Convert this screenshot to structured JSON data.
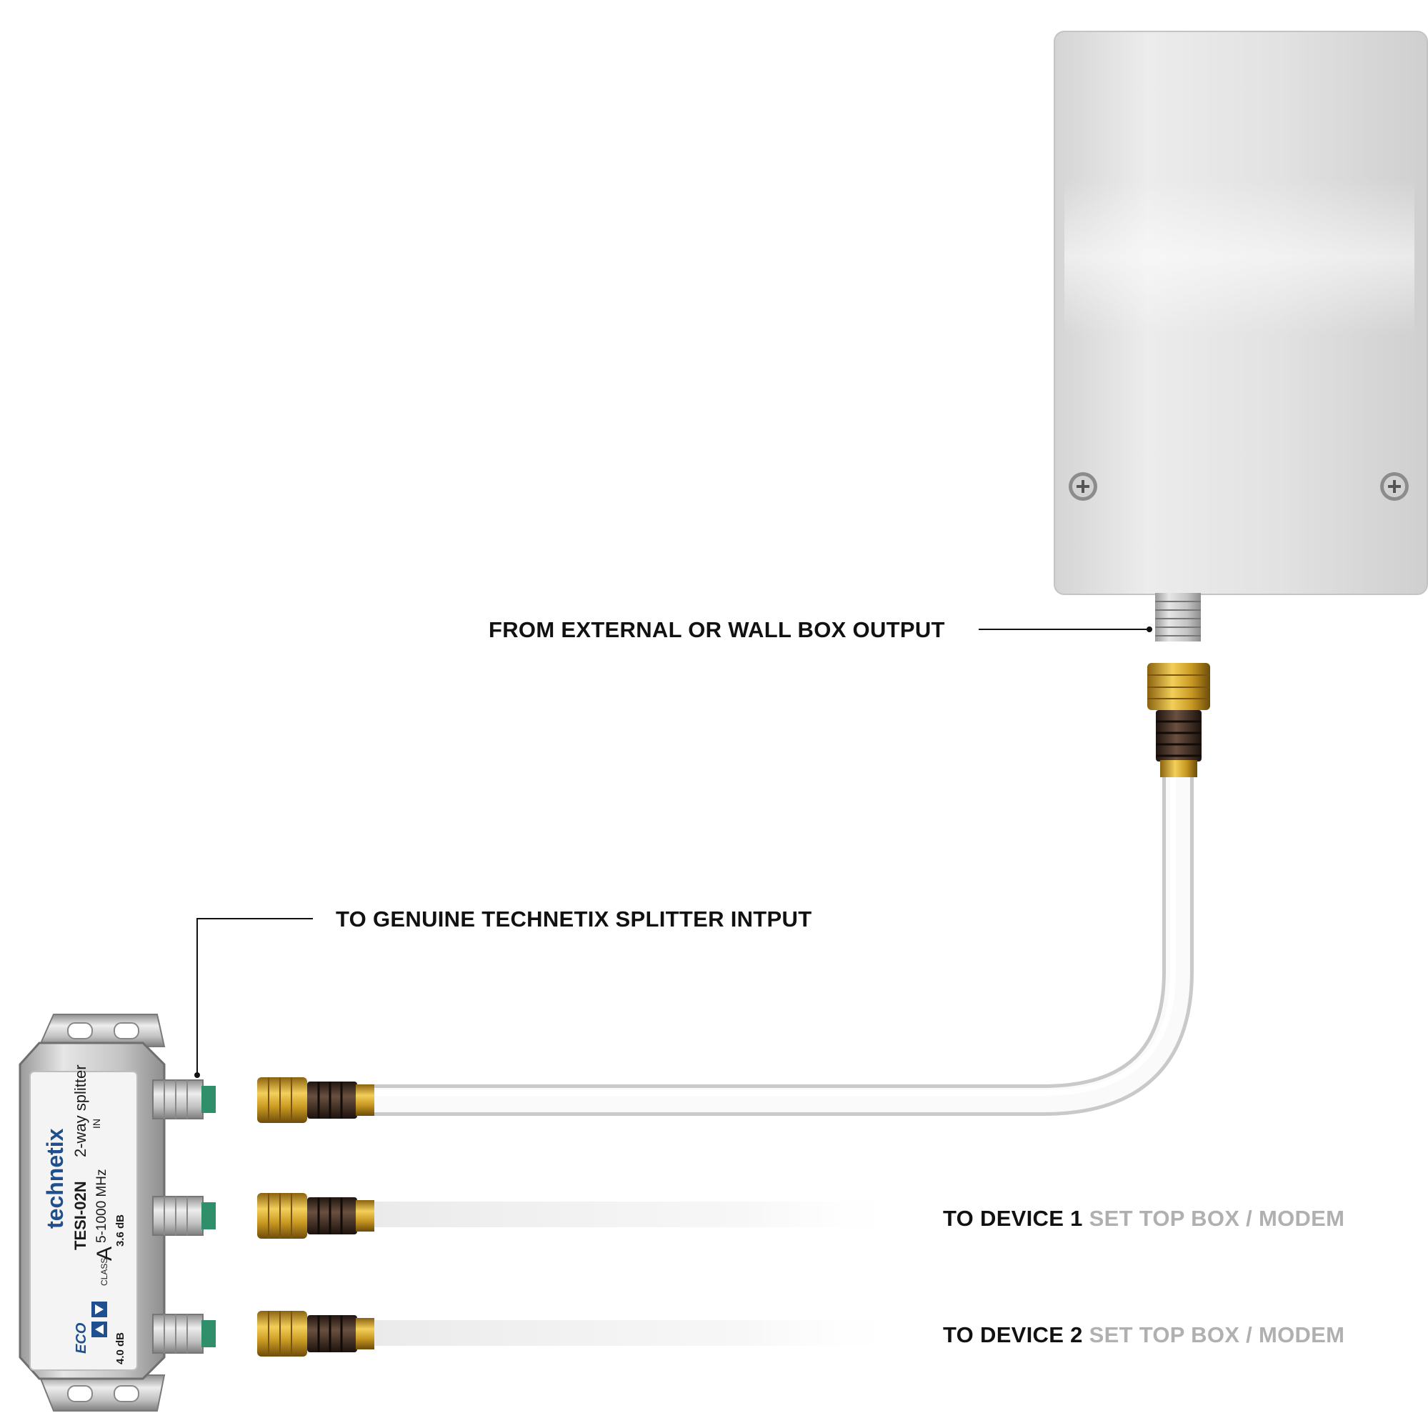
{
  "labels": {
    "wall_box_output": "FROM EXTERNAL OR WALL BOX OUTPUT",
    "splitter_input": "TO GENUINE TECHNETIX SPLITTER INTPUT",
    "device1_prefix": "TO DEVICE 1",
    "device1_suffix": "SET TOP BOX / MODEM",
    "device2_prefix": "TO DEVICE 2",
    "device2_suffix": "SET TOP BOX / MODEM"
  },
  "splitter": {
    "brand": "technetix",
    "model": "TESI-02N",
    "type": "2-way splitter",
    "frequency": "5-1000 MHz",
    "loss_1": "3.6 dB",
    "loss_2": "4.0 dB",
    "class_mark": "A",
    "class_text": "CLASS",
    "series": "ECO",
    "port_in": "IN"
  },
  "colors": {
    "wall_box": "#e4e4e4",
    "cable": "#f2f2f2",
    "gold": "#c99a22",
    "boot": "#3b2a20",
    "splitter_metal": "#c9c9c9",
    "brand_blue": "#1f4f8f",
    "muted_text": "#b0b0b0"
  }
}
